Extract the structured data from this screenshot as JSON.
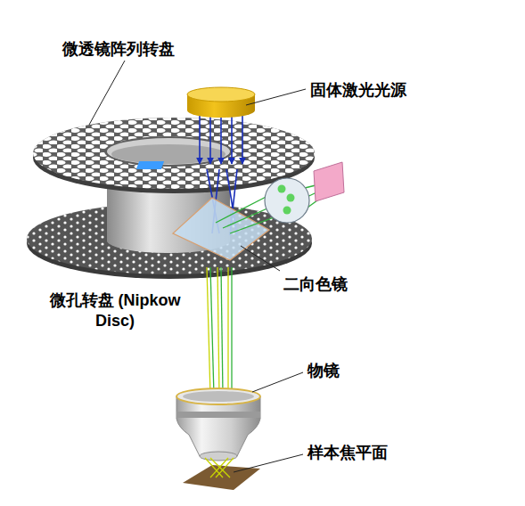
{
  "diagram": {
    "labels": [
      "微透镜阵列转盘",
      "固体激光光源",
      "二向色镜",
      "微孔转盘 (Nipkow Disc)",
      "物镜",
      "样本焦平面"
    ]
  }
}
